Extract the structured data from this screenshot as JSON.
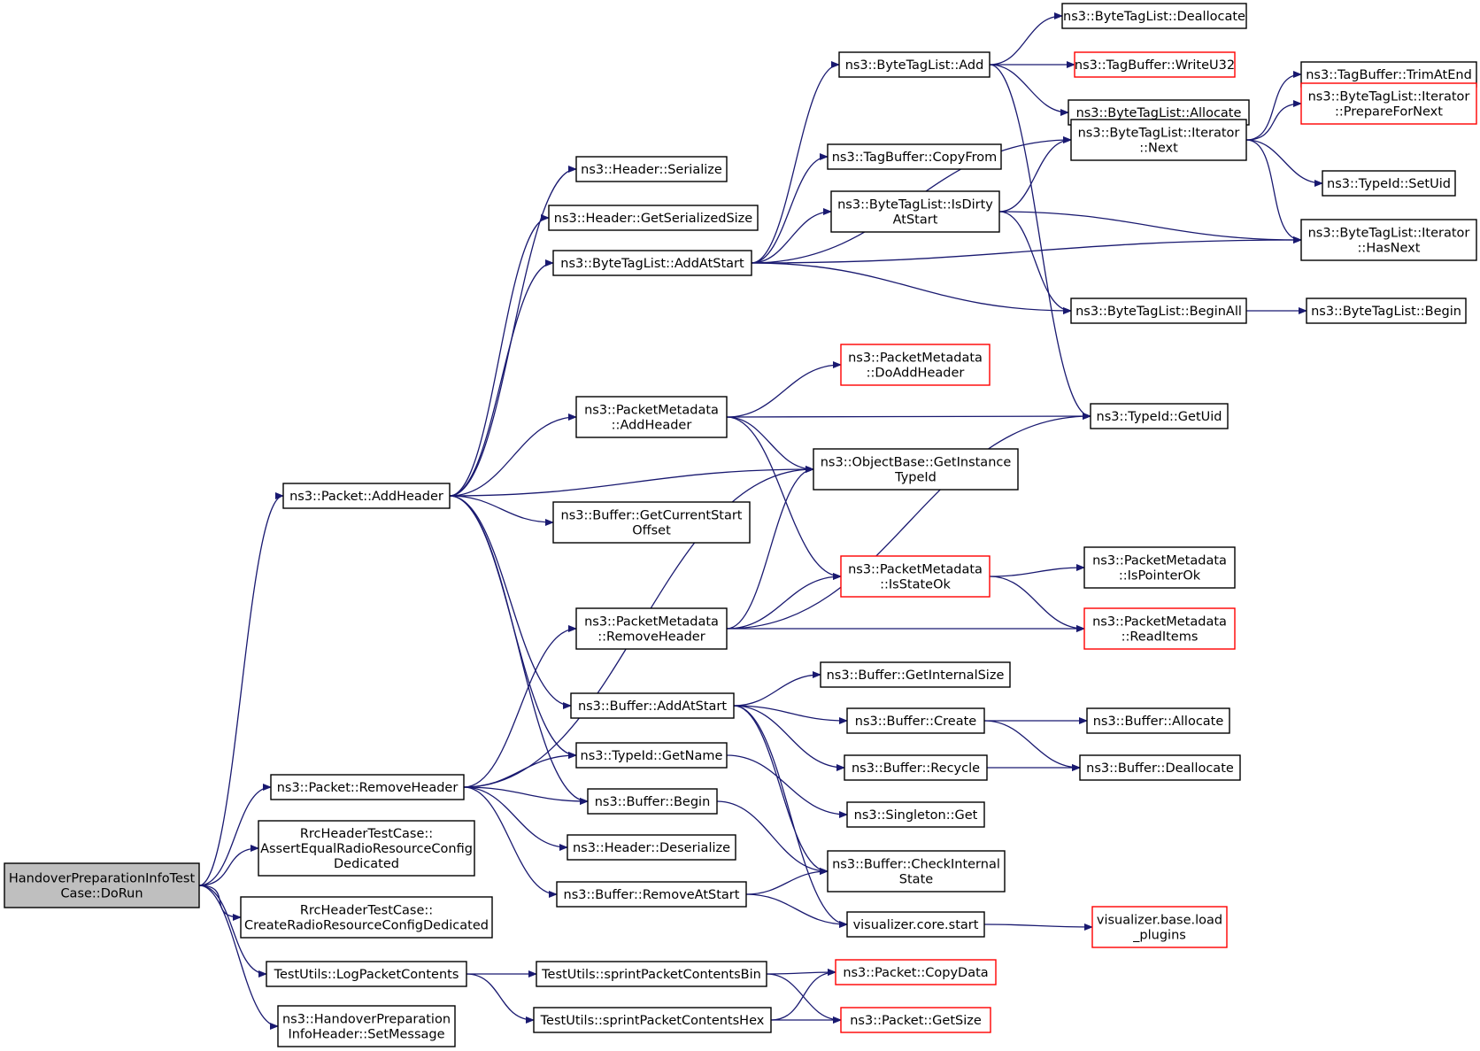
{
  "graph": {
    "colors": {
      "edge": "#191970",
      "node_border": "#000000",
      "node_border_truncated": "#ff0000",
      "root_fill": "#bfbfbf",
      "node_fill": "#ffffff"
    },
    "nodes": [
      {
        "id": "root",
        "lines": [
          "HandoverPreparationInfoTest",
          "Case::DoRun"
        ],
        "root": true,
        "truncated": false
      },
      {
        "id": "pkt_addheader",
        "lines": [
          "ns3::Packet::AddHeader"
        ],
        "truncated": false
      },
      {
        "id": "pkt_removeheader",
        "lines": [
          "ns3::Packet::RemoveHeader"
        ],
        "truncated": false
      },
      {
        "id": "assert_equal",
        "lines": [
          "RrcHeaderTestCase::",
          "AssertEqualRadioResourceConfig",
          "Dedicated"
        ],
        "truncated": false
      },
      {
        "id": "create_rrcd",
        "lines": [
          "RrcHeaderTestCase::",
          "CreateRadioResourceConfigDedicated"
        ],
        "truncated": false
      },
      {
        "id": "log_packet",
        "lines": [
          "TestUtils::LogPacketContents"
        ],
        "truncated": false
      },
      {
        "id": "ho_setmsg",
        "lines": [
          "ns3::HandoverPreparation",
          "InfoHeader::SetMessage"
        ],
        "truncated": false
      },
      {
        "id": "hdr_serialize",
        "lines": [
          "ns3::Header::Serialize"
        ],
        "truncated": false
      },
      {
        "id": "hdr_getsize",
        "lines": [
          "ns3::Header::GetSerializedSize"
        ],
        "truncated": false
      },
      {
        "id": "btl_addatstart",
        "lines": [
          "ns3::ByteTagList::AddAtStart"
        ],
        "truncated": false
      },
      {
        "id": "pm_addheader",
        "lines": [
          "ns3::PacketMetadata",
          "::AddHeader"
        ],
        "truncated": false
      },
      {
        "id": "buf_getcurstart",
        "lines": [
          "ns3::Buffer::GetCurrentStart",
          "Offset"
        ],
        "truncated": false
      },
      {
        "id": "pm_removeheader",
        "lines": [
          "ns3::PacketMetadata",
          "::RemoveHeader"
        ],
        "truncated": false
      },
      {
        "id": "buf_addatstart",
        "lines": [
          "ns3::Buffer::AddAtStart"
        ],
        "truncated": false
      },
      {
        "id": "typeid_getname",
        "lines": [
          "ns3::TypeId::GetName"
        ],
        "truncated": false
      },
      {
        "id": "buf_begin",
        "lines": [
          "ns3::Buffer::Begin"
        ],
        "truncated": false
      },
      {
        "id": "hdr_deserialize",
        "lines": [
          "ns3::Header::Deserialize"
        ],
        "truncated": false
      },
      {
        "id": "buf_removeatstart",
        "lines": [
          "ns3::Buffer::RemoveAtStart"
        ],
        "truncated": false
      },
      {
        "id": "tu_sprintbin",
        "lines": [
          "TestUtils::sprintPacketContentsBin"
        ],
        "truncated": false
      },
      {
        "id": "tu_sprinthex",
        "lines": [
          "TestUtils::sprintPacketContentsHex"
        ],
        "truncated": false
      },
      {
        "id": "btl_add",
        "lines": [
          "ns3::ByteTagList::Add"
        ],
        "truncated": false
      },
      {
        "id": "tb_copyfrom",
        "lines": [
          "ns3::TagBuffer::CopyFrom"
        ],
        "truncated": false
      },
      {
        "id": "btl_isdirty",
        "lines": [
          "ns3::ByteTagList::IsDirty",
          "AtStart"
        ],
        "truncated": false
      },
      {
        "id": "pm_doaddheader",
        "lines": [
          "ns3::PacketMetadata",
          "::DoAddHeader"
        ],
        "truncated": true
      },
      {
        "id": "ob_getinstance",
        "lines": [
          "ns3::ObjectBase::GetInstance",
          "TypeId"
        ],
        "truncated": false
      },
      {
        "id": "pm_isstateok",
        "lines": [
          "ns3::PacketMetadata",
          "::IsStateOk"
        ],
        "truncated": true
      },
      {
        "id": "buf_getinternalsize",
        "lines": [
          "ns3::Buffer::GetInternalSize"
        ],
        "truncated": false
      },
      {
        "id": "buf_create",
        "lines": [
          "ns3::Buffer::Create"
        ],
        "truncated": false
      },
      {
        "id": "buf_recycle",
        "lines": [
          "ns3::Buffer::Recycle"
        ],
        "truncated": false
      },
      {
        "id": "singleton_get",
        "lines": [
          "ns3::Singleton::Get"
        ],
        "truncated": false
      },
      {
        "id": "buf_checkinternal",
        "lines": [
          "ns3::Buffer::CheckInternal",
          "State"
        ],
        "truncated": false
      },
      {
        "id": "viz_start",
        "lines": [
          "visualizer.core.start"
        ],
        "truncated": false
      },
      {
        "id": "pkt_copydata",
        "lines": [
          "ns3::Packet::CopyData"
        ],
        "truncated": true
      },
      {
        "id": "pkt_getsize",
        "lines": [
          "ns3::Packet::GetSize"
        ],
        "truncated": true
      },
      {
        "id": "btl_deallocate",
        "lines": [
          "ns3::ByteTagList::Deallocate"
        ],
        "truncated": false
      },
      {
        "id": "tb_writeu32",
        "lines": [
          "ns3::TagBuffer::WriteU32"
        ],
        "truncated": true
      },
      {
        "id": "btl_allocate",
        "lines": [
          "ns3::ByteTagList::Allocate"
        ],
        "truncated": false
      },
      {
        "id": "btl_iter_next",
        "lines": [
          "ns3::ByteTagList::Iterator",
          "::Next"
        ],
        "truncated": false
      },
      {
        "id": "btl_beginall",
        "lines": [
          "ns3::ByteTagList::BeginAll"
        ],
        "truncated": false
      },
      {
        "id": "typeid_getuid",
        "lines": [
          "ns3::TypeId::GetUid"
        ],
        "truncated": false
      },
      {
        "id": "pm_ispointerok",
        "lines": [
          "ns3::PacketMetadata",
          "::IsPointerOk"
        ],
        "truncated": false
      },
      {
        "id": "pm_readitems",
        "lines": [
          "ns3::PacketMetadata",
          "::ReadItems"
        ],
        "truncated": true
      },
      {
        "id": "buf_allocate",
        "lines": [
          "ns3::Buffer::Allocate"
        ],
        "truncated": false
      },
      {
        "id": "buf_deallocate",
        "lines": [
          "ns3::Buffer::Deallocate"
        ],
        "truncated": false
      },
      {
        "id": "viz_loadplugins",
        "lines": [
          "visualizer.base.load",
          "_plugins"
        ],
        "truncated": true
      },
      {
        "id": "tb_trimatend",
        "lines": [
          "ns3::TagBuffer::TrimAtEnd"
        ],
        "truncated": false
      },
      {
        "id": "btl_iter_prepare",
        "lines": [
          "ns3::ByteTagList::Iterator",
          "::PrepareForNext"
        ],
        "truncated": true
      },
      {
        "id": "typeid_setuid",
        "lines": [
          "ns3::TypeId::SetUid"
        ],
        "truncated": false
      },
      {
        "id": "btl_iter_hasnext",
        "lines": [
          "ns3::ByteTagList::Iterator",
          "::HasNext"
        ],
        "truncated": false
      },
      {
        "id": "btl_begin",
        "lines": [
          "ns3::ByteTagList::Begin"
        ],
        "truncated": false
      }
    ],
    "edges": [
      [
        "root",
        "pkt_addheader"
      ],
      [
        "root",
        "pkt_removeheader"
      ],
      [
        "root",
        "assert_equal"
      ],
      [
        "root",
        "create_rrcd"
      ],
      [
        "root",
        "log_packet"
      ],
      [
        "root",
        "ho_setmsg"
      ],
      [
        "pkt_addheader",
        "hdr_serialize"
      ],
      [
        "pkt_addheader",
        "hdr_getsize"
      ],
      [
        "pkt_addheader",
        "btl_addatstart"
      ],
      [
        "pkt_addheader",
        "pm_addheader"
      ],
      [
        "pkt_addheader",
        "ob_getinstance"
      ],
      [
        "pkt_addheader",
        "buf_getcurstart"
      ],
      [
        "pkt_addheader",
        "buf_addatstart"
      ],
      [
        "pkt_addheader",
        "typeid_getname"
      ],
      [
        "pkt_addheader",
        "buf_begin"
      ],
      [
        "pkt_removeheader",
        "ob_getinstance"
      ],
      [
        "pkt_removeheader",
        "pm_removeheader"
      ],
      [
        "pkt_removeheader",
        "typeid_getname"
      ],
      [
        "pkt_removeheader",
        "buf_begin"
      ],
      [
        "pkt_removeheader",
        "hdr_deserialize"
      ],
      [
        "pkt_removeheader",
        "buf_removeatstart"
      ],
      [
        "log_packet",
        "tu_sprintbin"
      ],
      [
        "log_packet",
        "tu_sprinthex"
      ],
      [
        "tu_sprintbin",
        "pkt_copydata"
      ],
      [
        "tu_sprintbin",
        "pkt_getsize"
      ],
      [
        "tu_sprinthex",
        "pkt_copydata"
      ],
      [
        "tu_sprinthex",
        "pkt_getsize"
      ],
      [
        "btl_addatstart",
        "btl_add"
      ],
      [
        "btl_addatstart",
        "tb_copyfrom"
      ],
      [
        "btl_addatstart",
        "btl_isdirty"
      ],
      [
        "btl_addatstart",
        "btl_iter_next"
      ],
      [
        "btl_addatstart",
        "btl_iter_hasnext"
      ],
      [
        "btl_addatstart",
        "btl_beginall"
      ],
      [
        "btl_add",
        "btl_deallocate"
      ],
      [
        "btl_add",
        "tb_writeu32"
      ],
      [
        "btl_add",
        "btl_allocate"
      ],
      [
        "btl_add",
        "typeid_getuid"
      ],
      [
        "btl_isdirty",
        "btl_iter_next"
      ],
      [
        "btl_isdirty",
        "btl_iter_hasnext"
      ],
      [
        "btl_isdirty",
        "btl_beginall"
      ],
      [
        "btl_iter_next",
        "tb_trimatend"
      ],
      [
        "btl_iter_next",
        "btl_iter_prepare"
      ],
      [
        "btl_iter_next",
        "typeid_setuid"
      ],
      [
        "btl_iter_next",
        "btl_iter_hasnext"
      ],
      [
        "btl_beginall",
        "btl_begin"
      ],
      [
        "pm_addheader",
        "pm_doaddheader"
      ],
      [
        "pm_addheader",
        "typeid_getuid"
      ],
      [
        "pm_addheader",
        "ob_getinstance"
      ],
      [
        "pm_addheader",
        "pm_isstateok"
      ],
      [
        "pm_removeheader",
        "ob_getinstance"
      ],
      [
        "pm_removeheader",
        "typeid_getuid"
      ],
      [
        "pm_removeheader",
        "pm_isstateok"
      ],
      [
        "pm_removeheader",
        "pm_readitems"
      ],
      [
        "pm_isstateok",
        "pm_ispointerok"
      ],
      [
        "pm_isstateok",
        "pm_readitems"
      ],
      [
        "buf_addatstart",
        "buf_getinternalsize"
      ],
      [
        "buf_addatstart",
        "buf_create"
      ],
      [
        "buf_addatstart",
        "buf_recycle"
      ],
      [
        "buf_addatstart",
        "buf_checkinternal"
      ],
      [
        "buf_addatstart",
        "viz_start"
      ],
      [
        "buf_create",
        "buf_allocate"
      ],
      [
        "buf_create",
        "buf_deallocate"
      ],
      [
        "buf_recycle",
        "buf_deallocate"
      ],
      [
        "typeid_getname",
        "singleton_get"
      ],
      [
        "buf_begin",
        "buf_checkinternal"
      ],
      [
        "buf_removeatstart",
        "buf_checkinternal"
      ],
      [
        "buf_removeatstart",
        "viz_start"
      ],
      [
        "viz_start",
        "viz_loadplugins"
      ]
    ]
  }
}
